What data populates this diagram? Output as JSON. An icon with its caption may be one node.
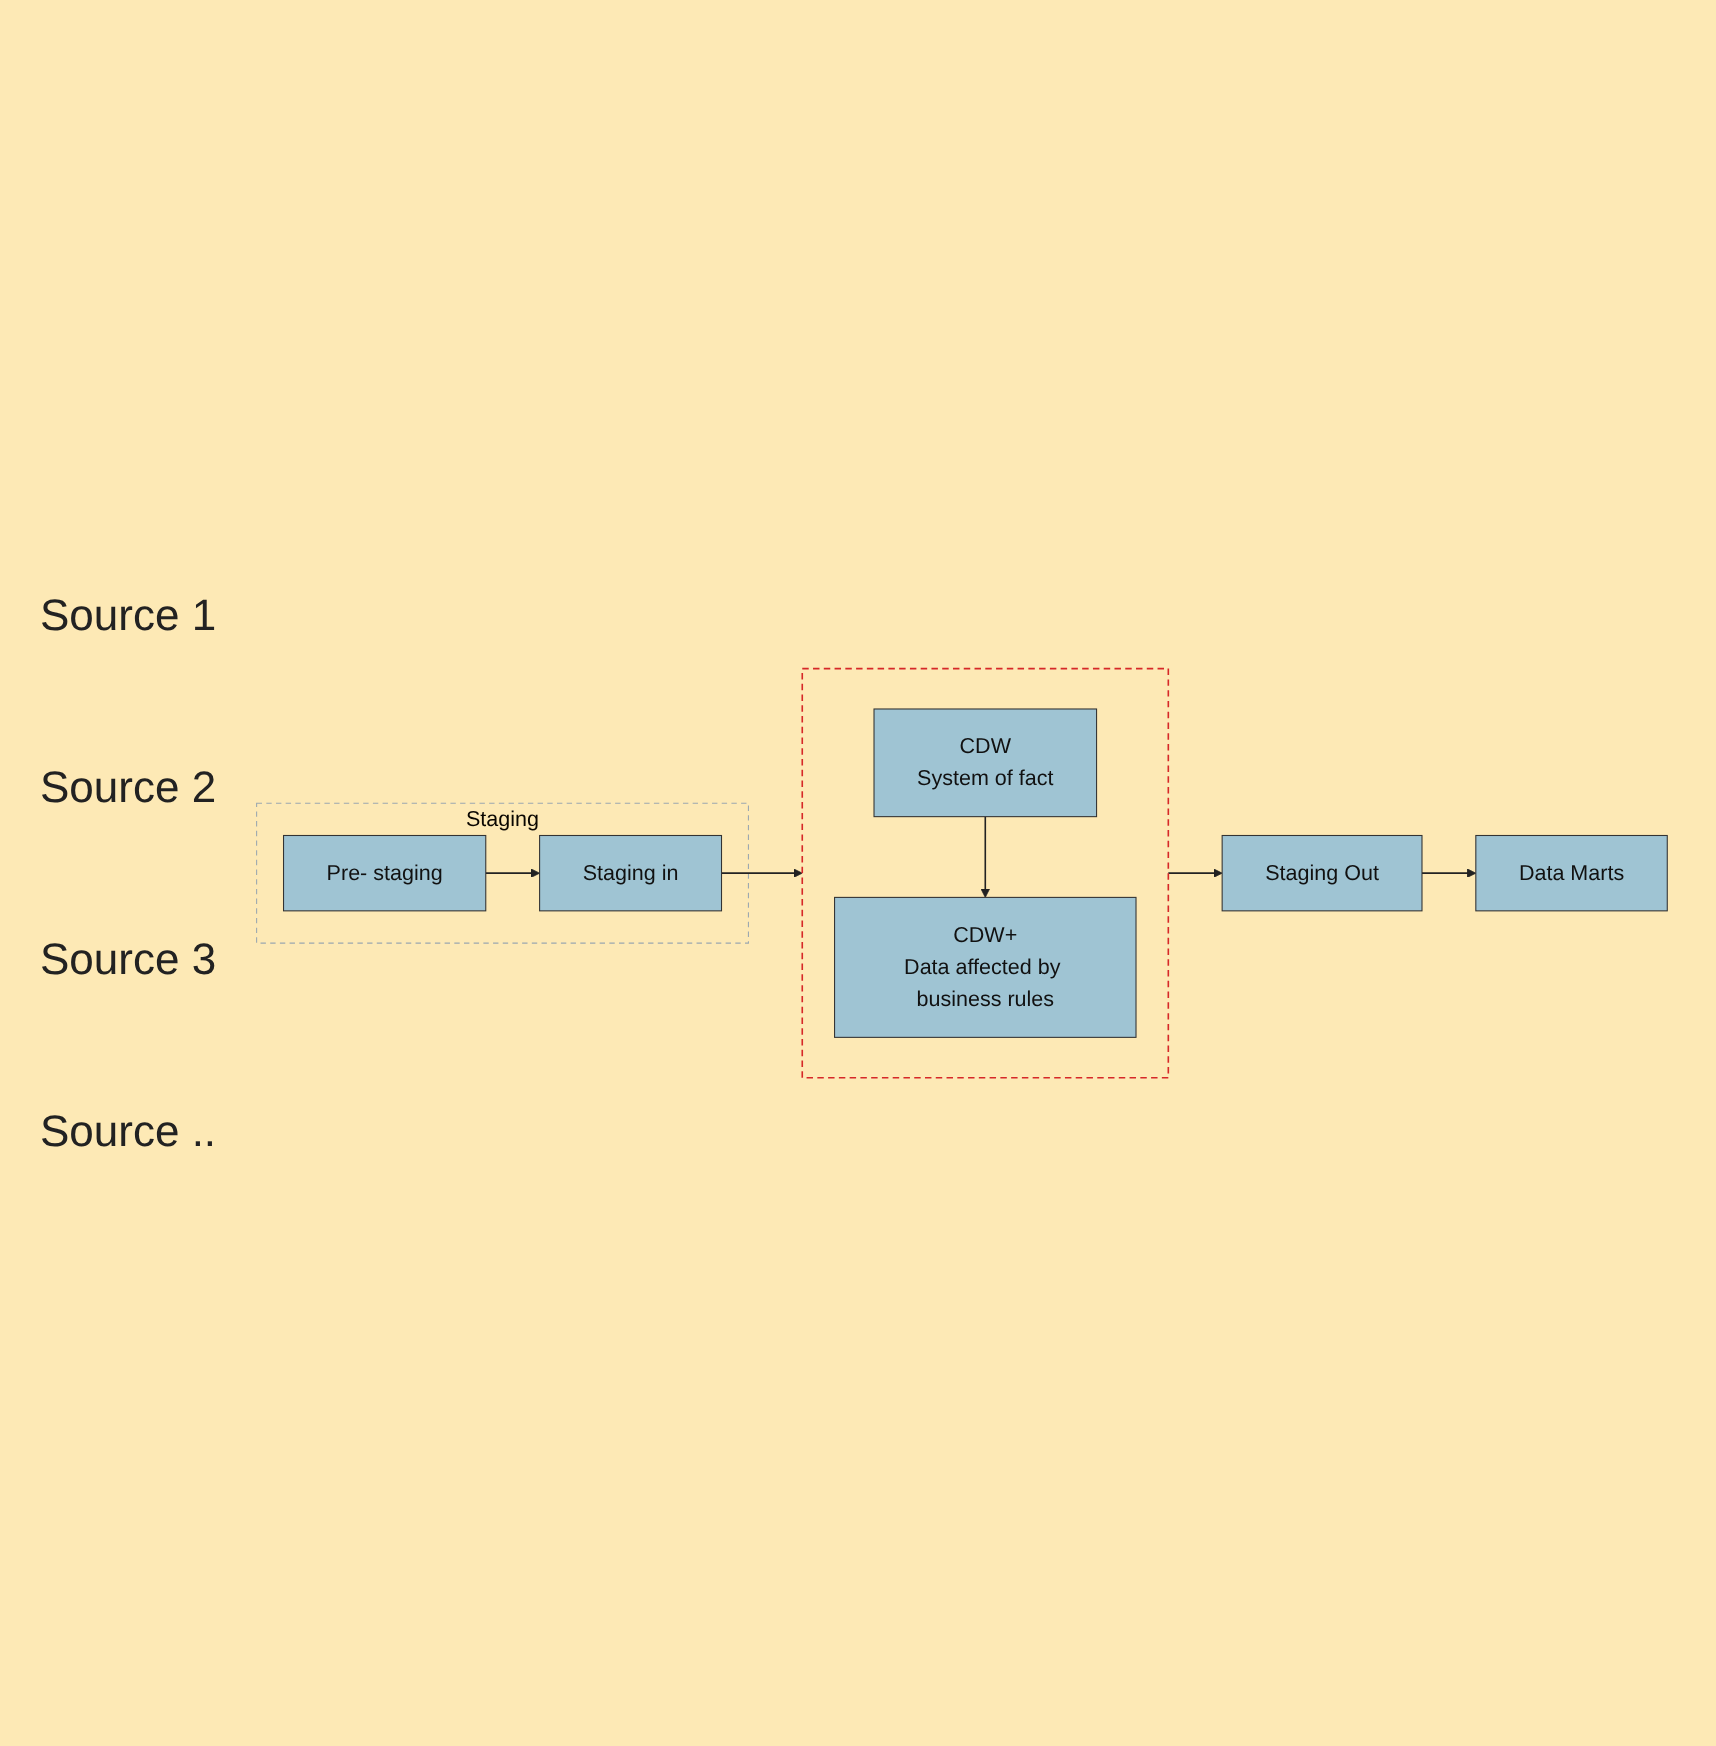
{
  "diagram": {
    "nodes": [
      {
        "text": [
          "Staging"
        ]
      },
      {
        "text": [
          "Pre- staging"
        ],
        "in": 0
      },
      {
        "text": [
          "Staging in"
        ],
        "in": 0
      },
      {
        "text": [],
        "shape": "box"
      },
      {
        "text": [
          "CDW",
          "System of fact"
        ],
        "in": 3
      },
      {
        "text": [
          "CDW+",
          "Data affected by business rules"
        ],
        "in": 3
      },
      {
        "text": [
          "Staging Out"
        ]
      },
      {
        "text": [
          "Data Marts"
        ]
      }
    ],
    "edges": [
      {
        "from": 1,
        "to": 2,
        "arrow": "to"
      },
      {
        "from": 2,
        "to": 3,
        "arrow": "to"
      },
      {
        "from": 4,
        "to": 5,
        "arrow": "to"
      },
      {
        "from": 3,
        "to": 6,
        "arrow": "to"
      },
      {
        "from": 6,
        "to": 7,
        "arrow": "to"
      }
    ],
    "labels": [
      "Source 1",
      "Source 2",
      "Source 3",
      "Source .."
    ]
  }
}
